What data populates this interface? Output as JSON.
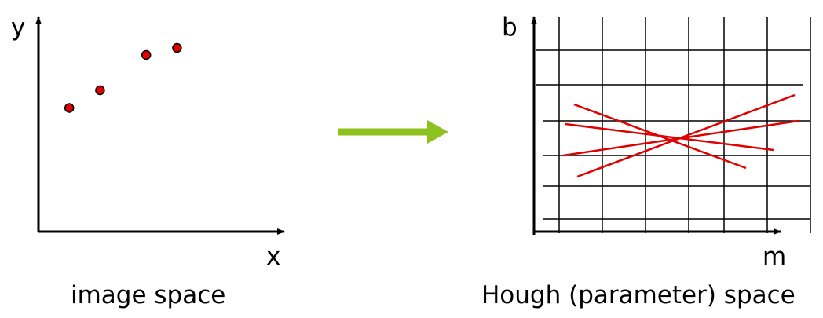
{
  "image_space": {
    "x_axis_label": "x",
    "y_axis_label": "y",
    "caption": "image space",
    "points": [
      {
        "x": 1.0,
        "y": 3.5
      },
      {
        "x": 2.0,
        "y": 4.0
      },
      {
        "x": 3.5,
        "y": 5.0
      },
      {
        "x": 4.5,
        "y": 5.2
      }
    ],
    "point_color": "#e00000"
  },
  "transition_arrow": {
    "color": "#8dc21f"
  },
  "hough_space": {
    "m_axis_label": "m",
    "b_axis_label": "b",
    "caption": "Hough (parameter) space",
    "line_color": "#e00000",
    "grid_color": "#000000"
  }
}
